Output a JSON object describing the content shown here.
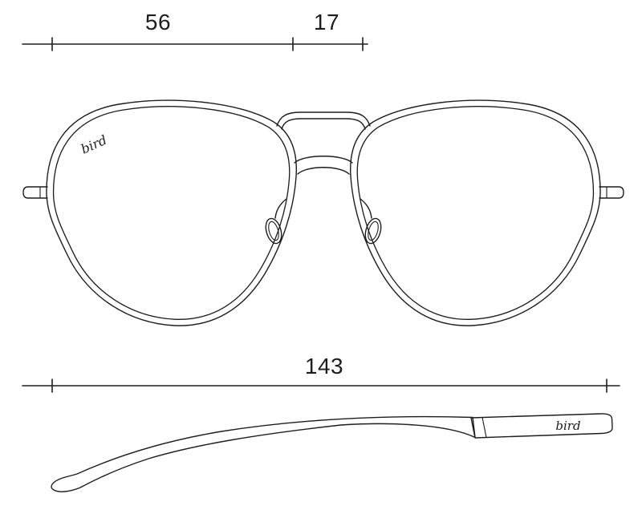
{
  "brand": {
    "lens_logo": "bird",
    "temple_logo": "bird"
  },
  "dimensions": {
    "lens_width": "56",
    "bridge_width": "17",
    "temple_length": "143"
  },
  "colors": {
    "ink": "#1d1d1b",
    "background": "#ffffff"
  }
}
